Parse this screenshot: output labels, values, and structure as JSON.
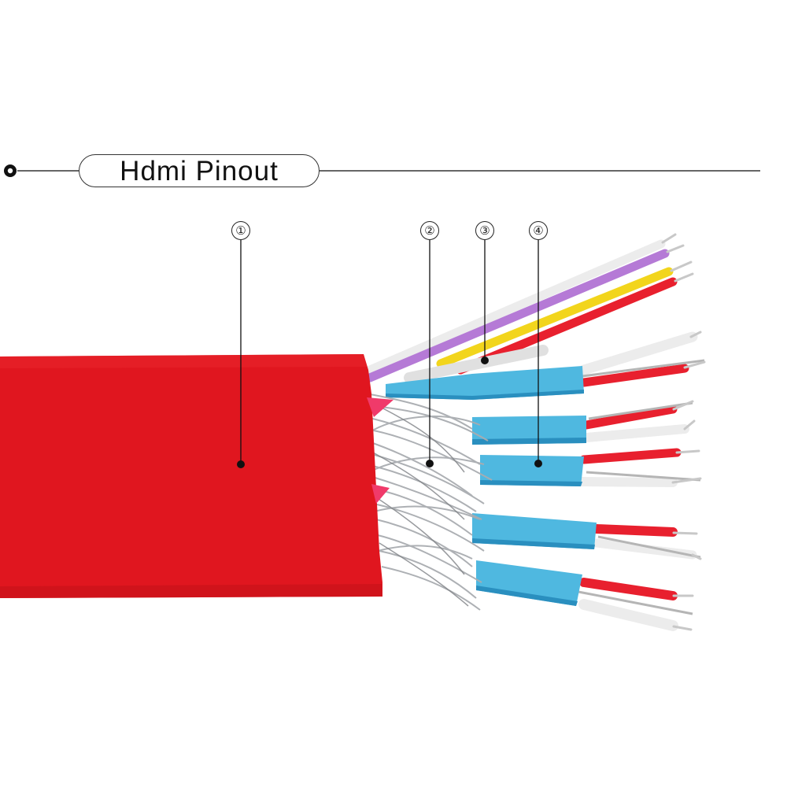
{
  "header": {
    "title": "Hdmi Pinout",
    "bullet_icon": "ring-bullet-icon",
    "rule_color": "#333333"
  },
  "callouts": [
    {
      "number": "1",
      "glyph": "①",
      "target": "outer-pvc-jacket"
    },
    {
      "number": "2",
      "glyph": "②",
      "target": "braided-shield"
    },
    {
      "number": "3",
      "glyph": "③",
      "target": "signal-wires"
    },
    {
      "number": "4",
      "glyph": "④",
      "target": "foil-shielded-pairs"
    }
  ],
  "colors": {
    "jacket": "#e0161f",
    "jacket_shade": "#c9121a",
    "foil": "#4fb8e0",
    "foil_dark": "#2a8fbf",
    "braid": "#a9acb0",
    "wire_red": "#e8202e",
    "wire_white": "#ececec",
    "wire_purple": "#b57ad6",
    "wire_yellow": "#f2d51c",
    "conductor": "#c8c8c8",
    "leader": "#111111"
  }
}
